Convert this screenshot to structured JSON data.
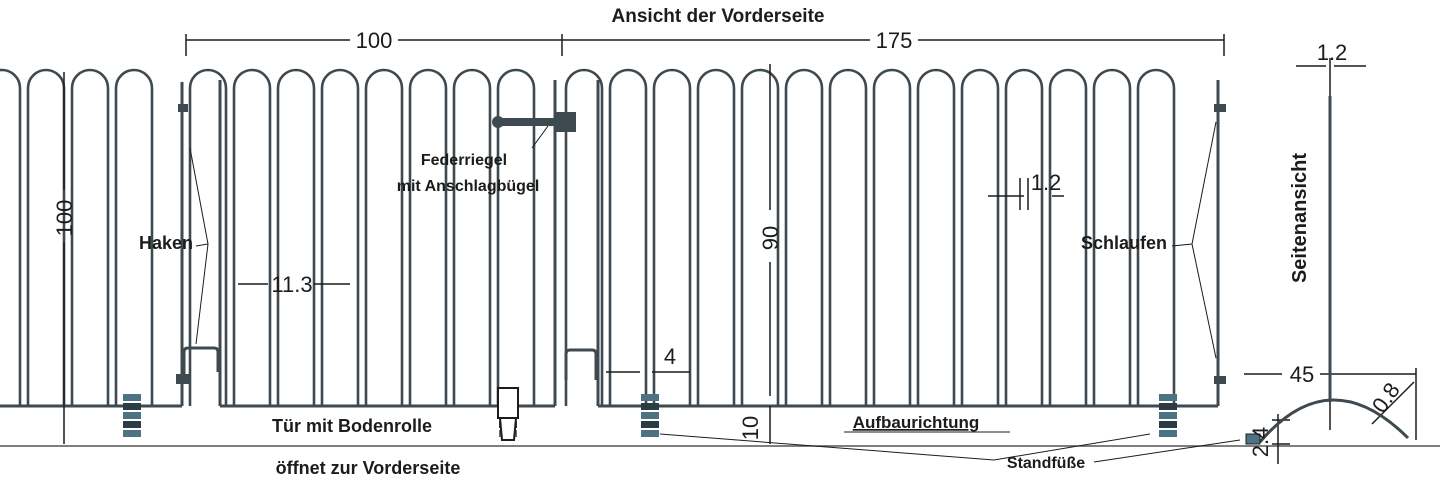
{
  "title": "Ansicht der Vorderseite",
  "labels": {
    "haken": "Haken",
    "federriegel_line1": "Federriegel",
    "federriegel_line2": "mit Anschlagbügel",
    "schlaufen": "Schlaufen",
    "tuer_line1": "Tür mit Bodenrolle",
    "tuer_line2": "öffnet zur Vorderseite",
    "aufbaurichtung": "Aufbaurichtung",
    "standfuesse": "Standfüße",
    "seitenansicht": "Seitenansicht"
  },
  "dimensions": {
    "door_width": "100",
    "panel_width": "175",
    "door_height": "100",
    "panel_height": "90",
    "bar_spacing": "11.3",
    "bar_thickness": "1.2",
    "side_thickness": "1.2",
    "bottom_gap": "10",
    "foot_offset": "4",
    "foot_width": "45",
    "foot_height": "2.4",
    "foot_thickness": "0.8"
  },
  "colors": {
    "bar": "#3e4a50",
    "line": "#1c1c1c",
    "foot": "#4d7382"
  }
}
